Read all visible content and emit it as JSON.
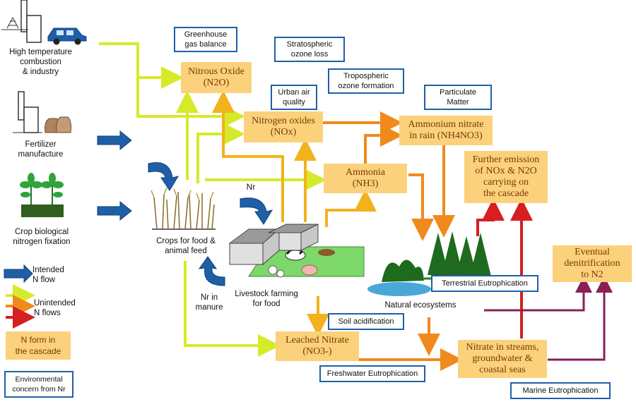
{
  "sources": {
    "combustion": "High  temperature\ncombustion\n& industry",
    "fertilizer": "Fertilizer\nmanufacture",
    "biological": "Crop  biological\nnitrogen fixation"
  },
  "nodes": {
    "crops": "Crops for food &\nanimal feed",
    "livestock": "Livestock farming\nfor food",
    "natural": "Natural ecosystems",
    "nr_top": "Nr",
    "nr_manure": "Nr in\nmanure"
  },
  "n_forms": {
    "nitrous_oxide": {
      "name": "Nitrous Oxide",
      "formula": "(N2O)"
    },
    "nitrogen_oxides": {
      "name": "Nitrogen oxides",
      "formula": "(NOx)"
    },
    "ammonia": {
      "name": "Ammonia",
      "formula": "(NH3)"
    },
    "ammonium_nitrate": {
      "name": "Ammonium nitrate",
      "formula": "in rain (NH4NO3)"
    },
    "further_emission": {
      "name": "Further emission\nof NOx & N2O\ncarrying on\nthe cascade"
    },
    "denitrification": {
      "name": "Eventual\ndenitrification\nto N2"
    },
    "leached_nitrate": {
      "name": "Leached Nitrate",
      "formula": "(NO3-)"
    },
    "nitrate_streams": {
      "name": "Nitrate in streams,\ngroundwater &\ncoastal seas"
    }
  },
  "concerns": {
    "greenhouse": "Greenhouse\ngas balance",
    "stratospheric": "Stratospheric\nozone  loss",
    "tropospheric": "Tropospheric\nozone  formation",
    "urban_air": "Urban air\nquality",
    "particulate": "Particulate\nMatter",
    "terrestrial": "Terrestrial Eutrophication",
    "soil": "Soil acidification",
    "freshwater": "Freshwater Eutrophication",
    "marine": "Marine  Eutrophication"
  },
  "legend": {
    "intended": "Intended\nN  flow",
    "unintended": "Unintended\nN  flows",
    "n_form": "N form in\nthe cascade",
    "concern": "Environmental\nconcern from Nr"
  },
  "colors": {
    "intended": "#1f5fa8",
    "yellow": "#d7ea2a",
    "gold": "#f2b21c",
    "orange": "#f08a1c",
    "red": "#d61f1f",
    "purple": "#8a1f55",
    "n_box": "#fbd17c",
    "concern_border": "#1f5fa8"
  }
}
